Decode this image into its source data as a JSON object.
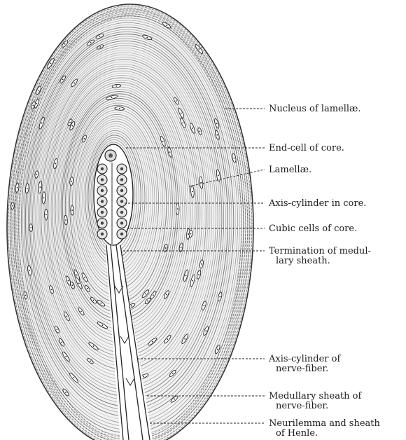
{
  "figure": {
    "labels": [
      {
        "id": "nucleus",
        "lines": [
          "Nucleus of lamellæ."
        ]
      },
      {
        "id": "end-cell",
        "lines": [
          "End-cell of core."
        ]
      },
      {
        "id": "lamellae",
        "lines": [
          "Lamellæ."
        ]
      },
      {
        "id": "axis-core",
        "lines": [
          "Axis-cylinder in core."
        ]
      },
      {
        "id": "cubic-cells",
        "lines": [
          "Cubic cells of core."
        ]
      },
      {
        "id": "termination",
        "lines": [
          "Termination of medul-",
          "lary sheath."
        ]
      },
      {
        "id": "axis-nerve",
        "lines": [
          "Axis-cylinder of",
          "nerve-fiber."
        ]
      },
      {
        "id": "medullary",
        "lines": [
          "Medullary sheath of",
          "nerve-fiber."
        ]
      },
      {
        "id": "neurilemma",
        "lines": [
          "Neurilemma and sheath",
          "of Henle."
        ]
      }
    ]
  }
}
